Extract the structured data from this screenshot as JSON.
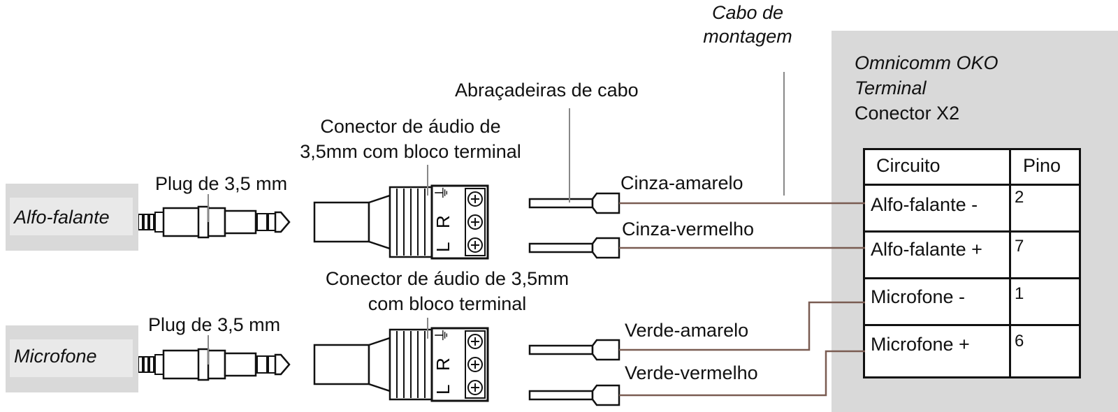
{
  "devices": {
    "speaker": "Alfo-falante",
    "microphone": "Microfone"
  },
  "labels": {
    "plug_top": "Plug de 3,5 mm",
    "plug_bottom": "Plug de 3,5 mm",
    "connector_top_line1": "Conector de áudio de",
    "connector_top_line2": "3,5mm com bloco terminal",
    "connector_bottom_line1": "Conector de áudio de 3,5mm",
    "connector_bottom_line2": "com bloco terminal",
    "cable_ties": "Abraçadeiras de cabo",
    "mounting_cable_line1": "Cabo de",
    "mounting_cable_line2": "montagem"
  },
  "wires": [
    {
      "label": "Cinza-amarelo"
    },
    {
      "label": "Cinza-vermelho"
    },
    {
      "label": "Verde-amarelo"
    },
    {
      "label": "Verde-vermelho"
    }
  ],
  "terminal": {
    "title_line1": "Omnicomm OKO",
    "title_line2": "Terminal",
    "connector": "Conector X2",
    "headers": {
      "circuit": "Circuito",
      "pin": "Pino"
    },
    "rows": [
      {
        "circuit": "Alfo-falante -",
        "pin": "2"
      },
      {
        "circuit": "Alfo-falante +",
        "pin": "7"
      },
      {
        "circuit": "Microfone -",
        "pin": "1"
      },
      {
        "circuit": "Microfone +",
        "pin": "6"
      }
    ]
  },
  "terminal_block_marks": [
    "⏚",
    "R",
    "L"
  ],
  "colors": {
    "wire": "#7a5c52",
    "panel": "#d9d9d9",
    "outline": "#111111"
  }
}
